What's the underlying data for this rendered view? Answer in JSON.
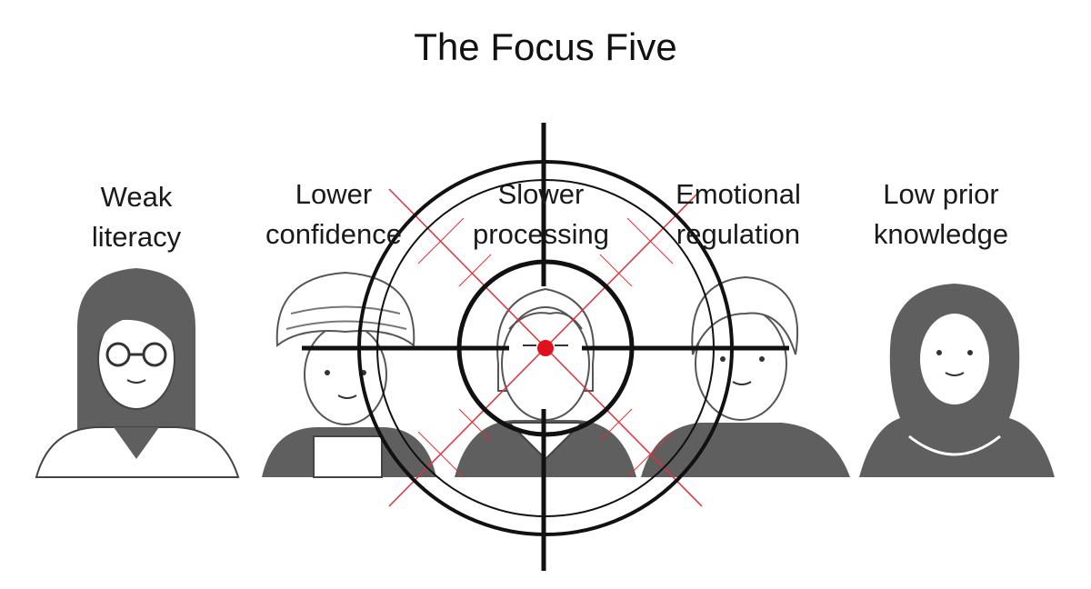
{
  "title": "The Focus Five",
  "labels": [
    {
      "line1": "Weak",
      "line2": "literacy"
    },
    {
      "line1": "Lower",
      "line2": "confidence"
    },
    {
      "line1": "Slower",
      "line2": "processing"
    },
    {
      "line1": "Emotional",
      "line2": "regulation"
    },
    {
      "line1": "Low prior",
      "line2": "knowledge"
    }
  ],
  "colors": {
    "figure_fill": "#5f5f5f",
    "figure_line": "#444444",
    "crosshair": "#111111",
    "target_lines": "#e0303a",
    "target_dot": "#e0101c"
  },
  "icons": [
    "person-glasses-icon",
    "person-turban-icon",
    "person-center-icon",
    "person-short-hair-icon",
    "person-hijab-icon",
    "crosshair-target-icon"
  ]
}
